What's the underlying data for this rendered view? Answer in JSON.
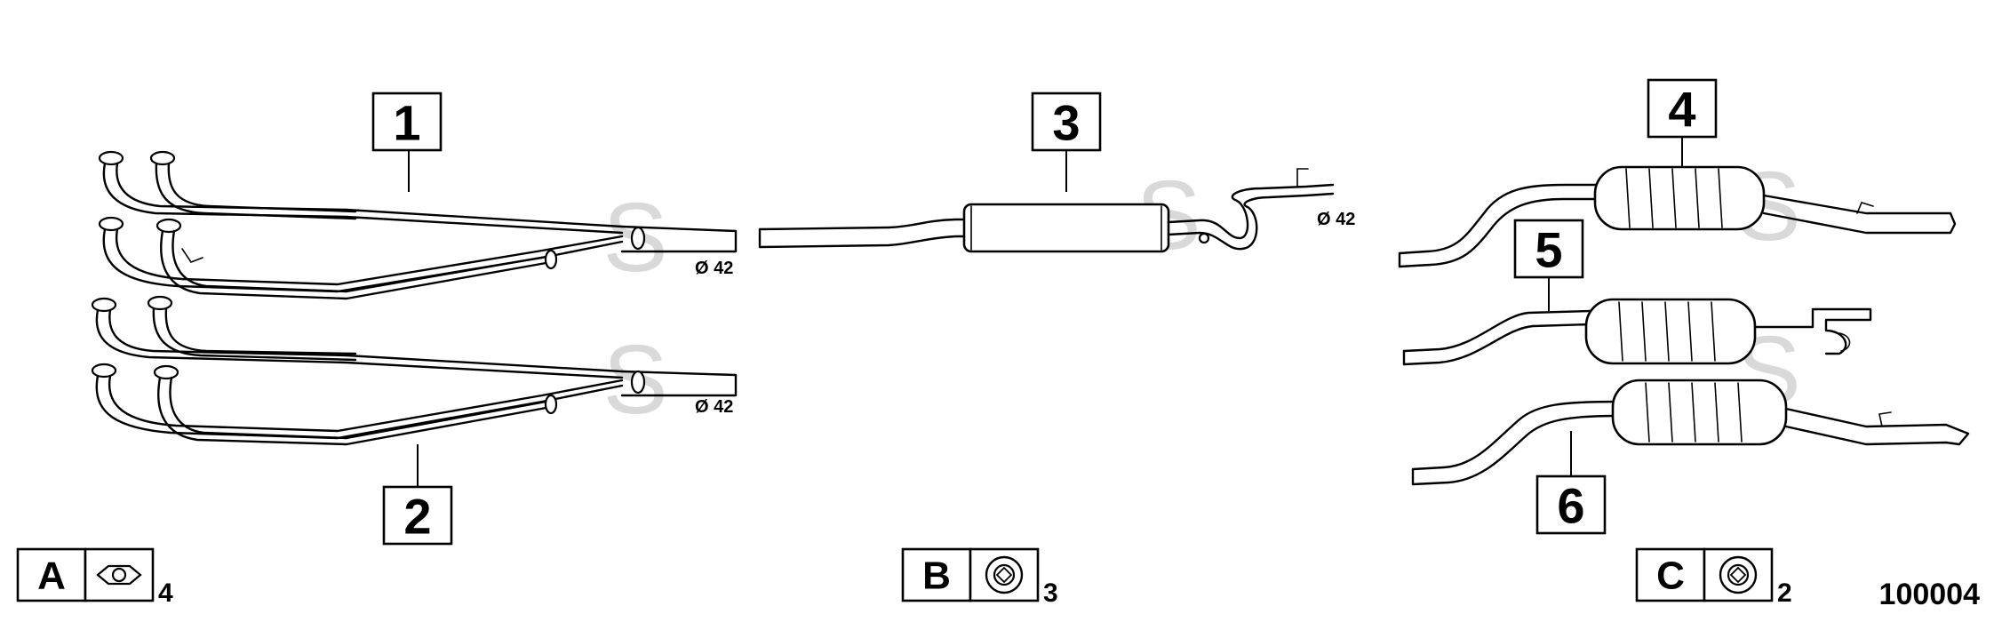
{
  "callouts": [
    {
      "label": "1"
    },
    {
      "label": "2"
    },
    {
      "label": "3"
    },
    {
      "label": "4"
    },
    {
      "label": "5"
    },
    {
      "label": "6"
    }
  ],
  "diameters": [
    {
      "label": "Ø 42"
    },
    {
      "label": "Ø 42"
    },
    {
      "label": "Ø 42"
    }
  ],
  "watermark": "S",
  "legend": [
    {
      "letter": "A",
      "icon": "gasket-flange-icon",
      "qty": "4"
    },
    {
      "letter": "B",
      "icon": "ring-gasket-icon",
      "qty": "3"
    },
    {
      "letter": "C",
      "icon": "ring-gasket-icon",
      "qty": "2"
    }
  ],
  "reference_number": "100004"
}
